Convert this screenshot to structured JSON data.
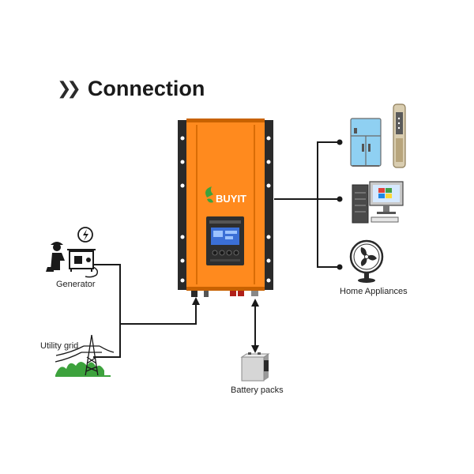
{
  "title": {
    "text": "Connection",
    "icon": "double-chevron-right-icon"
  },
  "inverter": {
    "brand": "BUYIT",
    "color": "#ff8a1e"
  },
  "inputs": [
    {
      "label": "Generator",
      "icon": "generator-icon"
    },
    {
      "label": "Utility grid",
      "icon": "power-tower-icon"
    }
  ],
  "outputs": {
    "label": "Home Appliances",
    "items": [
      "refrigerator-icon",
      "desktop-computer-icon",
      "fan-icon"
    ]
  },
  "battery": {
    "label": "Battery packs",
    "icon": "battery-icon"
  },
  "colors": {
    "line": "#1a1a1a",
    "accent": "#ff8a1e",
    "grid_green": "#3da23d"
  }
}
